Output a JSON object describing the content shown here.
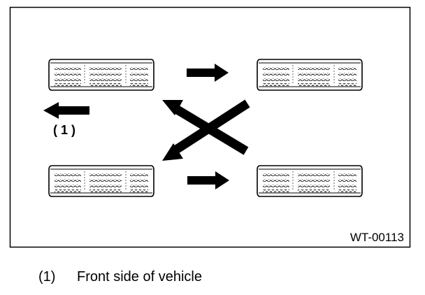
{
  "figure": {
    "callout_label": "( 1 )",
    "figure_code": "WT-00113",
    "tires": [
      {
        "id": "front-left",
        "position": "front-left"
      },
      {
        "id": "front-right",
        "position": "rear-left"
      },
      {
        "id": "rear-left",
        "position": "front-right"
      },
      {
        "id": "rear-right",
        "position": "rear-right"
      }
    ],
    "arrows": [
      {
        "id": "front-direction-arrow",
        "meaning": "front side of vehicle"
      },
      {
        "id": "front-left-to-front-right-arrow"
      },
      {
        "id": "rear-left-to-rear-right-arrow"
      },
      {
        "id": "front-right-to-rear-left-arrow"
      },
      {
        "id": "rear-right-to-front-left-arrow"
      }
    ]
  },
  "legend": {
    "callout": "(1)",
    "text": "Front side of vehicle"
  }
}
